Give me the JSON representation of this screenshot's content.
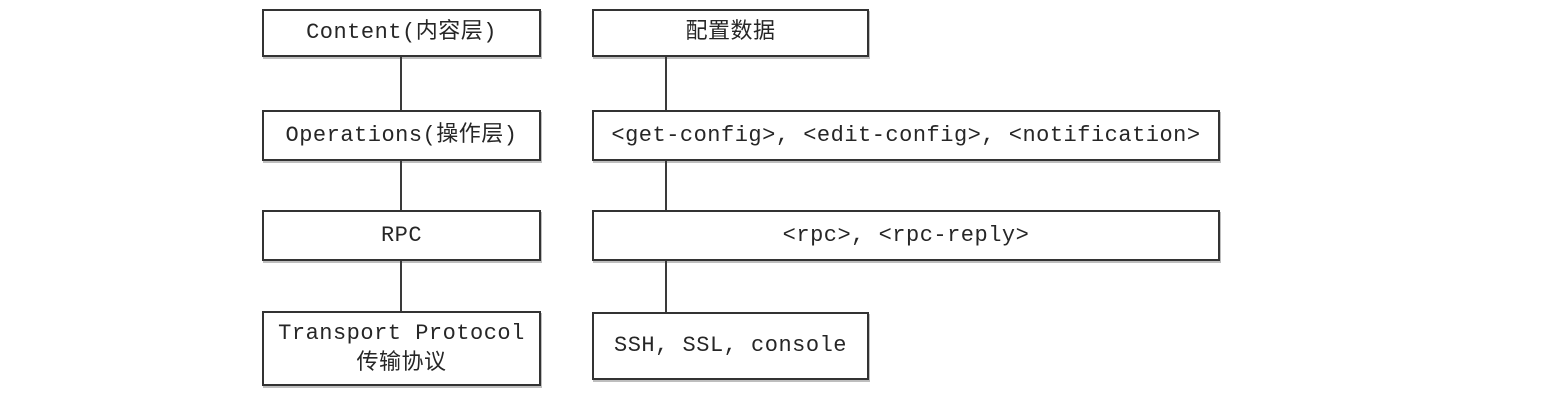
{
  "diagram": {
    "type": "layer-diagram",
    "colors": {
      "background": "#ffffff",
      "box_border": "#333333",
      "connector_line": "#3a3a3a",
      "text": "#262626"
    },
    "rows": [
      {
        "layer": "Content(内容层)",
        "detail": "配置数据"
      },
      {
        "layer": "Operations(操作层)",
        "detail": "<get-config>, <edit-config>, <notification>"
      },
      {
        "layer": "RPC",
        "detail": "<rpc>, <rpc-reply>"
      },
      {
        "layer_en": "Transport Protocol",
        "layer_cn": "传输协议",
        "detail": "SSH, SSL, console"
      }
    ]
  }
}
